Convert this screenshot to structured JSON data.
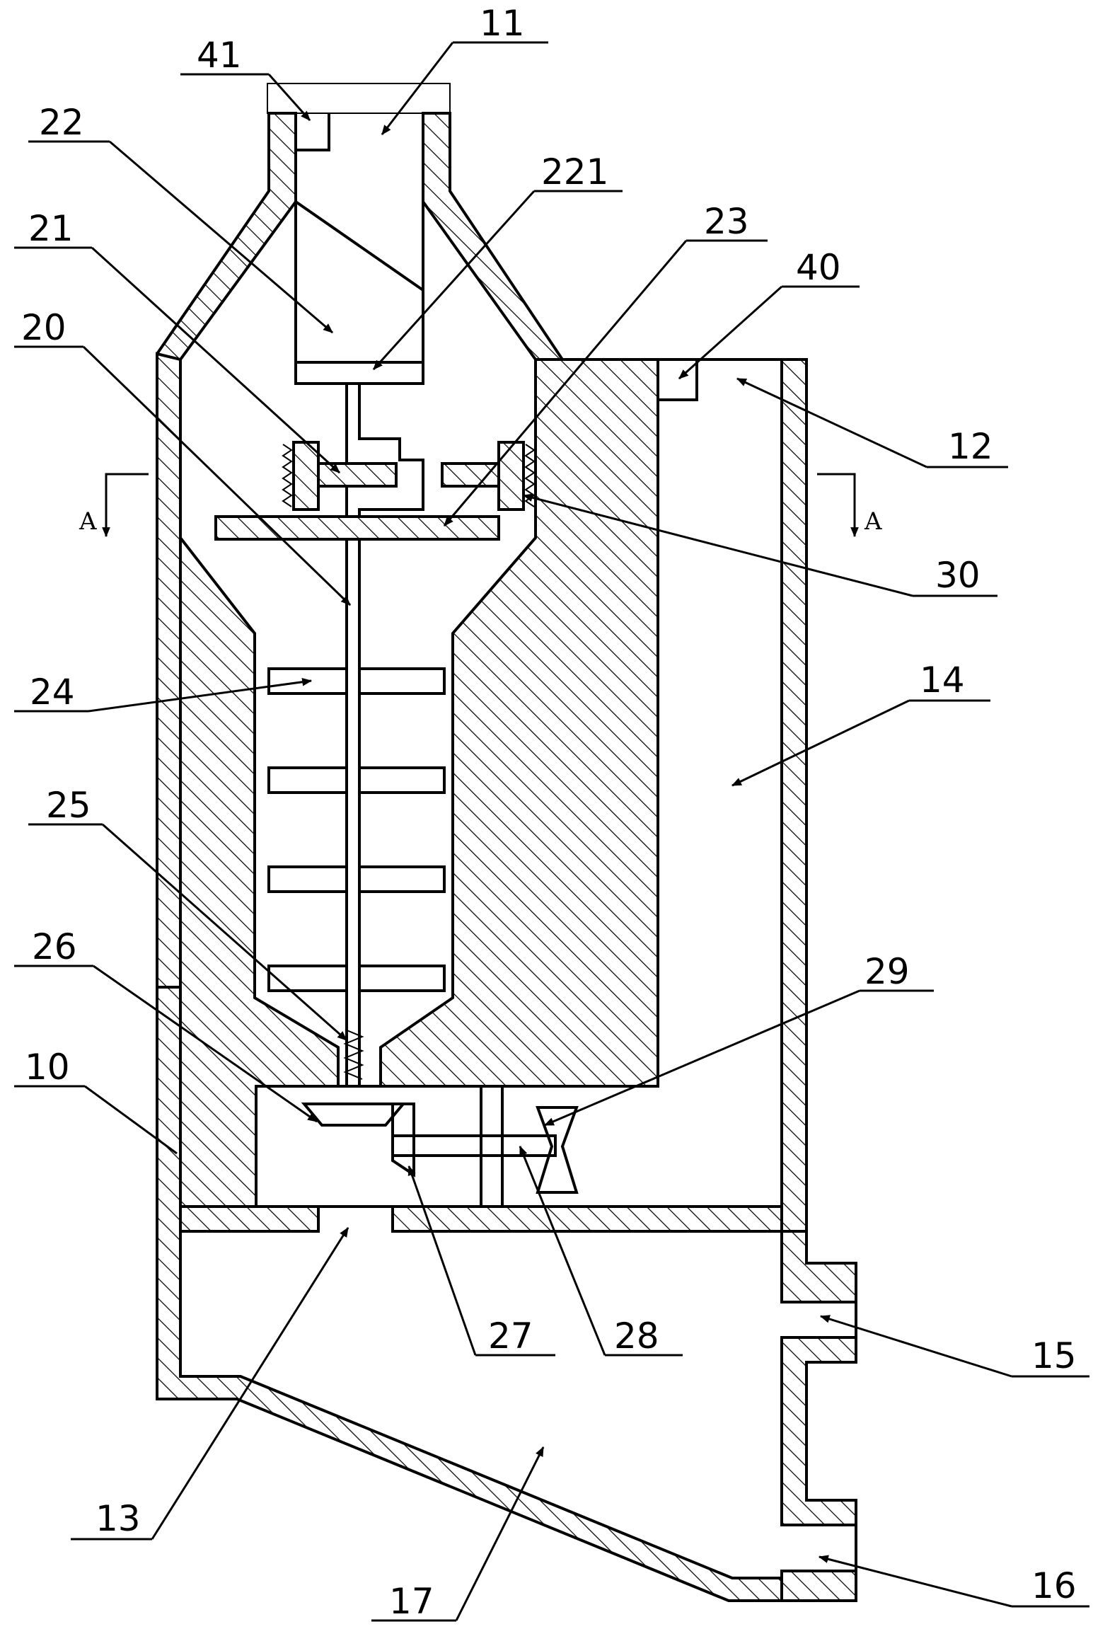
{
  "labels": {
    "l11": "11",
    "l41": "41",
    "l22": "22",
    "l221": "221",
    "l21": "21",
    "l20": "20",
    "l23": "23",
    "l40": "40",
    "l12": "12",
    "l30": "30",
    "l24": "24",
    "l14": "14",
    "l25": "25",
    "l26": "26",
    "l29": "29",
    "l10": "10",
    "l27": "27",
    "l28": "28",
    "l15": "15",
    "l13": "13",
    "l17": "17",
    "l16": "16"
  },
  "section": {
    "left": "A",
    "right": "A"
  },
  "colors": {
    "line": "#000000",
    "background": "#ffffff"
  }
}
